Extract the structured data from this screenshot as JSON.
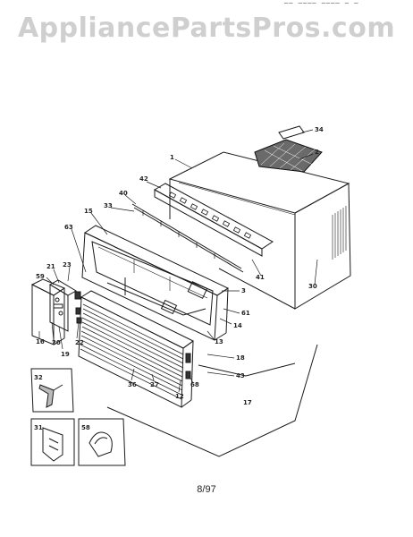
{
  "watermark": "AppliancePartsPros.com",
  "header_noise": "── ──── ──── ─ ─",
  "footer_date": "8/97",
  "callouts": [
    "34",
    "2",
    "1",
    "42",
    "40",
    "33",
    "15",
    "63",
    "21",
    "23",
    "59",
    "41",
    "3",
    "61",
    "14",
    "30",
    "13",
    "18",
    "43",
    "22",
    "19",
    "20",
    "16",
    "36",
    "27",
    "12",
    "68",
    "17",
    "32",
    "31",
    "58"
  ]
}
